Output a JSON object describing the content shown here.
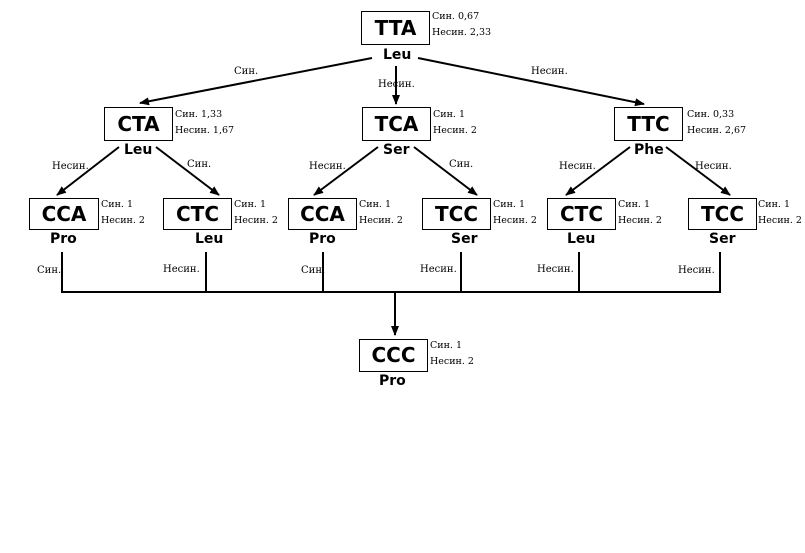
{
  "nodes": {
    "root": {
      "codon": "TTA",
      "aa": "Leu",
      "syn": "Син. 0,67",
      "nonsyn": "Несин. 2,33"
    },
    "cta": {
      "codon": "CTA",
      "aa": "Leu",
      "syn": "Син. 1,33",
      "nonsyn": "Несин. 1,67"
    },
    "tca": {
      "codon": "TCA",
      "aa": "Ser",
      "syn": "Син. 1",
      "nonsyn": "Несин. 2"
    },
    "ttc": {
      "codon": "TTC",
      "aa": "Phe",
      "syn": "Син. 0,33",
      "nonsyn": "Несин. 2,67"
    },
    "cca_1": {
      "codon": "CCA",
      "aa": "Pro",
      "syn": "Син. 1",
      "nonsyn": "Несин. 2"
    },
    "ctc_1": {
      "codon": "CTC",
      "aa": "Leu",
      "syn": "Син. 1",
      "nonsyn": "Несин. 2"
    },
    "cca_2": {
      "codon": "CCA",
      "aa": "Pro",
      "syn": "Син. 1",
      "nonsyn": "Несин. 2"
    },
    "tcc_1": {
      "codon": "TCC",
      "aa": "Ser",
      "syn": "Син. 1",
      "nonsyn": "Несин. 2"
    },
    "ctc_2": {
      "codon": "CTC",
      "aa": "Leu",
      "syn": "Син. 1",
      "nonsyn": "Несин. 2"
    },
    "tcc_2": {
      "codon": "TCC",
      "aa": "Ser",
      "syn": "Син. 1",
      "nonsyn": "Несин. 2"
    },
    "bottom": {
      "codon": "CCC",
      "aa": "Pro",
      "syn": "Син. 1",
      "nonsyn": "Несин. 2"
    }
  },
  "edge_labels": {
    "root_cta": "Син.",
    "root_tca": "Несин.",
    "root_ttc": "Несин.",
    "cta_cca": "Несин.",
    "cta_ctc": "Син.",
    "tca_cca": "Несин.",
    "tca_tcc": "Син.",
    "ttc_ctc": "Несин.",
    "ttc_tcc": "Несин.",
    "cca1_ccc": "Син.",
    "ctc1_ccc": "Несин.",
    "cca2_ccc": "Син.",
    "tcc1_ccc": "Несин.",
    "ctc2_ccc": "Несин.",
    "tcc2_ccc": "Несин."
  }
}
